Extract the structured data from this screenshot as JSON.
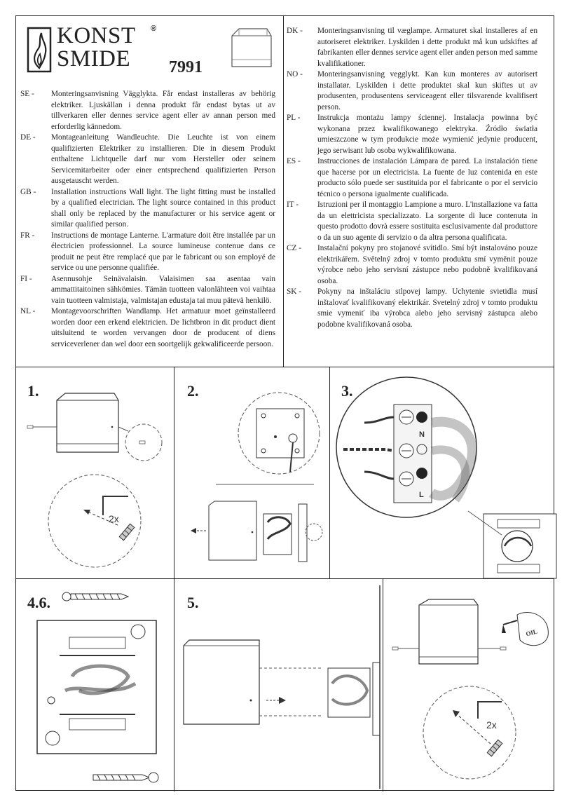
{
  "brand": {
    "line1": "KONST",
    "line2": "SMIDE",
    "registered": "®"
  },
  "article_number": "7991",
  "left_instructions": [
    {
      "code": "SE -",
      "text": "Monteringsanvisning Vägglykta. Får endast installeras av behörig elektriker. Ljuskällan i denna produkt får endast bytas ut av tillverkaren eller dennes service agent eller av annan person med erforderlig kännedom."
    },
    {
      "code": "DE -",
      "text": "Montageanleitung Wandleuchte. Die Leuchte ist von einem qualifizierten Elektriker zu installieren. Die in diesem Produkt enthaltene Lichtquelle darf nur vom Hersteller oder seinem Servicemitarbeiter oder einer entsprechend qualifizierten Person ausgetauscht werden."
    },
    {
      "code": "GB -",
      "text": "Installation instructions Wall light. The light fitting must be installed by a qualified electrician. The light source contained in this product shall only be replaced by the manufacturer or his service agent or similar qualified person."
    },
    {
      "code": "FR -",
      "text": "Instructions de montage Lanterne. L'armature doit être installée par un électricien professionnel. La source lumineuse contenue dans ce produit ne peut être remplacé que par le fabricant ou son employé de service ou une personne qualifiée."
    },
    {
      "code": "FI -",
      "text": "Asennusohje Seinävalaisin. Valaisimen saa asentaa vain ammattitaitoinen sähkömies. Tämän tuotteen valonlähteen voi vaihtaa vain tuotteen valmistaja, valmistajan edustaja tai muu pätevä henkilö."
    },
    {
      "code": "NL -",
      "text": "Montagevoorschriften Wandlamp. Het armatuur moet geïnstalleerd worden door een erkend elektricien. De lichtbron in dit product dient uitsluitend te worden vervangen door de producent of diens serviceverlener dan wel door een soortgelijk gekwalificeerde persoon."
    }
  ],
  "right_instructions": [
    {
      "code": "DK -",
      "text": "Monteringsanvisning til væglampe. Armaturet skal installeres af en autoriseret elektriker. Lyskilden i dette produkt må kun udskiftes af fabrikanten eller dennes service agent eller anden person med samme kvalifikationer."
    },
    {
      "code": "NO -",
      "text": "Monteringsanvisning vegglykt. Kan kun monteres av autorisert installatør. Lyskilden i dette produktet skal kun skiftes ut av produsenten, produsentens serviceagent eller tilsvarende kvalifisert person."
    },
    {
      "code": "PL -",
      "text": "Instrukcja montażu lampy ściennej. Instalacja powinna być wykonana przez kwalifikowanego elektryka. Źródło światła umieszczone w tym produkcie może wymienić jedynie producent, jego serwisant lub osoba wykwalifikowana."
    },
    {
      "code": "ES -",
      "text": "Instrucciones de instalación Lámpara de pared. La instalación tiene que hacerse por un electricista. La fuente de luz contenida en este producto sólo puede ser sustituida por el fabricante o por el servicio técnico o persona igualmente cualificada."
    },
    {
      "code": "IT -",
      "text": "Istruzioni per il montaggio Lampione a muro. L'installazione va fatta da un elettricista specializzato. La sorgente di luce contenuta in questo prodotto dovrà essere sostituita esclusivamente dal produttore o da un suo agente di servizio o da altra persona qualificata."
    },
    {
      "code": "CZ -",
      "text": "Instalační pokyny pro stojanové svítidlo. Smí být instalováno pouze elektrikářem. Světelný zdroj v tomto produktu smí vyměnit pouze výrobce nebo jeho servisní zástupce nebo podobně kvalifikovaná osoba."
    },
    {
      "code": "SK -",
      "text": "Pokyny na inštaláciu stlpovej lampy. Uchytenie svietidla musí inštalovať kvalifikovaný elektrikár. Svetelný zdroj v tomto produktu smie vymeniť iba výrobca alebo jeho servisný zástupca alebo podobne kvalifikovaná osoba."
    }
  ],
  "steps": [
    {
      "label": "1.",
      "screw_count": "2x"
    },
    {
      "label": "2."
    },
    {
      "label": "3.",
      "terminal_marks": [
        "N",
        "L"
      ]
    },
    {
      "label": "4.6."
    },
    {
      "label": "5."
    },
    {
      "oil_label": "OIL",
      "screw_count": "2x"
    }
  ]
}
